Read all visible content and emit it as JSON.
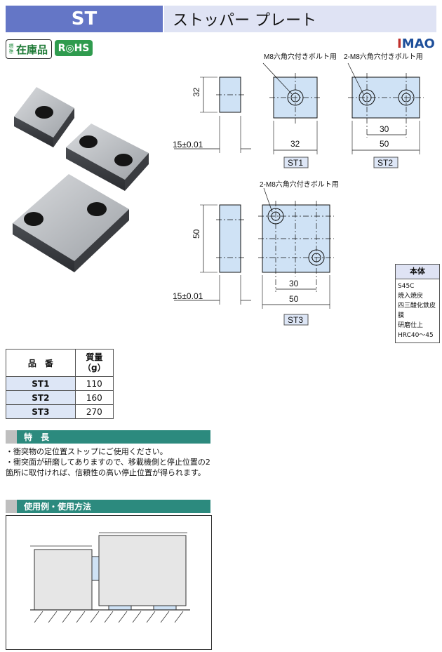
{
  "header": {
    "code": "ST",
    "name": "ストッパー プレート"
  },
  "badges": {
    "stock_small": "標準",
    "stock_label": "在庫品",
    "rohs": "R◎HS"
  },
  "logo": {
    "part1": "I",
    "part2": "MAO"
  },
  "drawings": {
    "st1_bolt_note": "M8六角穴付きボルト用",
    "st2_bolt_note": "2-M8六角穴付きボルト用",
    "st3_bolt_note": "2-M8六角穴付きボルト用",
    "dim_32_vert": "32",
    "dim_50_vert": "50",
    "thickness": "15±0.01",
    "st1_width": "32",
    "st2_pitch": "30",
    "st2_width": "50",
    "st3_pitch": "30",
    "st3_width": "50",
    "st1_tag": "ST1",
    "st2_tag": "ST2",
    "st3_tag": "ST3"
  },
  "material": {
    "header": "本体",
    "lines": [
      "S45C",
      "焼入焼戻",
      "四三酸化鉄皮膜",
      "研磨仕上",
      "HRC40～45"
    ]
  },
  "weight_table": {
    "col1": "品　番",
    "col2": "質量\n（g）",
    "rows": [
      {
        "id": "ST1",
        "weight": "110"
      },
      {
        "id": "ST2",
        "weight": "160"
      },
      {
        "id": "ST3",
        "weight": "270"
      }
    ]
  },
  "features": {
    "title": "特　長",
    "items": [
      "・衝突物の定位置ストップにご使用ください。",
      "・衝突面が研磨してありますので、移載機側と停止位置の2箇所に取付ければ、信頼性の高い停止位置が得られます。"
    ]
  },
  "usage": {
    "title": "使用例・使用方法"
  },
  "colors": {
    "header_blue": "#6476c6",
    "header_light": "#dfe3f4",
    "section_teal": "#2c8a7e",
    "part_fill": "#cfe2f5",
    "rohs_green": "#2f9b4e"
  }
}
